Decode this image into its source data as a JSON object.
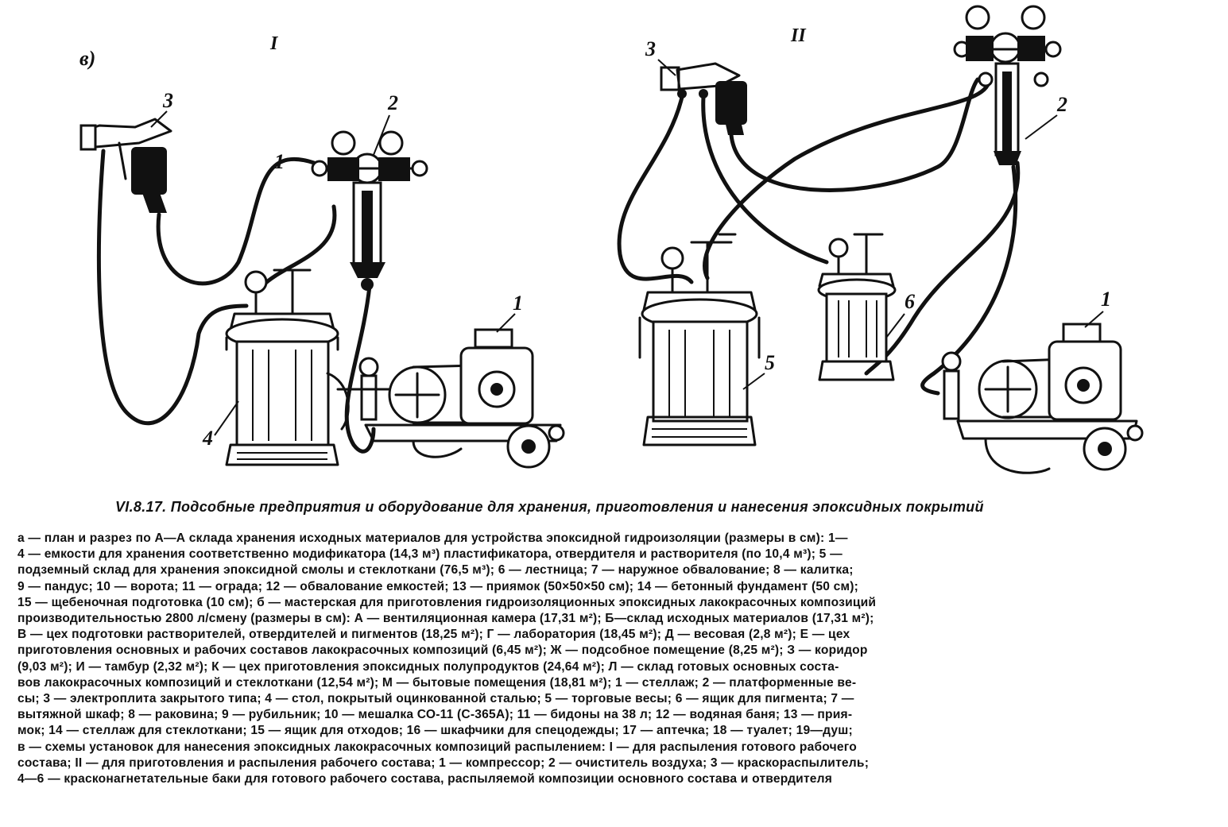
{
  "figure": {
    "panel_letter": "в)",
    "scheme_1_label": "I",
    "scheme_2_label": "II",
    "labels_left": {
      "gun": "3",
      "cleaner": "2",
      "tank": "4",
      "compressor": "1",
      "hose": "1"
    },
    "labels_right": {
      "gun": "3",
      "cleaner": "2",
      "tank_big": "5",
      "tank_small": "6",
      "compressor": "1"
    }
  },
  "caption": "VI.8.17. Подсобные предприятия и оборудование для хранения, приготовления и нанесения эпоксидных покрытий",
  "legend_lines": [
    "а — план и разрез по А—А склада хранения исходных материалов для устройства эпоксидной гидроизоляции (размеры в см): 1—",
    "4 — емкости для хранения соответственно модификатора (14,3 м³) пластификатора, отвердителя и растворителя (по 10,4 м³); 5 —",
    "подземный склад для хранения эпоксидной смолы и стеклоткани (76,5 м³); 6 — лестница; 7 — наружное обвалование; 8 — калитка;",
    "9 — пандус; 10 — ворота; 11 — ограда; 12 — обвалование емкостей; 13 — приямок (50×50×50 см); 14 — бетонный фундамент (50 см);",
    "15 — щебеночная подготовка (10 см); б — мастерская для приготовления гидроизоляционных эпоксидных лакокрасочных композиций",
    "производительностью 2800 л/смену (размеры в см): А — вентиляционная камера (17,31 м²); Б—склад исходных материалов (17,31 м²);",
    "В — цех подготовки растворителей, отвердителей и пигментов (18,25 м²); Г — лаборатория (18,45 м²); Д — весовая (2,8 м²); Е — цех",
    "приготовления основных и рабочих составов лакокрасочных композиций (6,45 м²); Ж — подсобное помещение (8,25 м²); З — коридор",
    "(9,03 м²); И — тамбур (2,32 м²); К — цех приготовления эпоксидных полупродуктов (24,64 м²); Л — склад готовых основных соста-",
    "вов лакокрасочных композиций и стеклоткани (12,54 м²); М — бытовые помещения (18,81 м²); 1 — стеллаж; 2 — платформенные ве-",
    "сы; 3 — электроплита закрытого типа; 4 — стол, покрытый оцинкованной сталью; 5 — торговые весы; 6 — ящик для пигмента; 7 —",
    "вытяжной шкаф; 8 — раковина; 9 — рубильник; 10 — мешалка СО-11 (С-365А); 11 — бидоны на 38 л; 12 — водяная баня; 13 — прия-",
    "мок; 14 — стеллаж для стеклоткани; 15 — ящик для отходов; 16 — шкафчики для спецодежды; 17 — аптечка; 18 — туалет; 19—душ;",
    "в — схемы установок для нанесения эпоксидных лакокрасочных композиций распылением: I — для распыления готового рабочего",
    "состава; II — для приготовления и распыления рабочего состава; 1 — компрессор; 2 — очиститель воздуха; 3 — краскораспылитель;",
    "4—6 — красконагнетательные баки для готового рабочего состава, распыляемой композиции основного состава и отвердителя"
  ]
}
